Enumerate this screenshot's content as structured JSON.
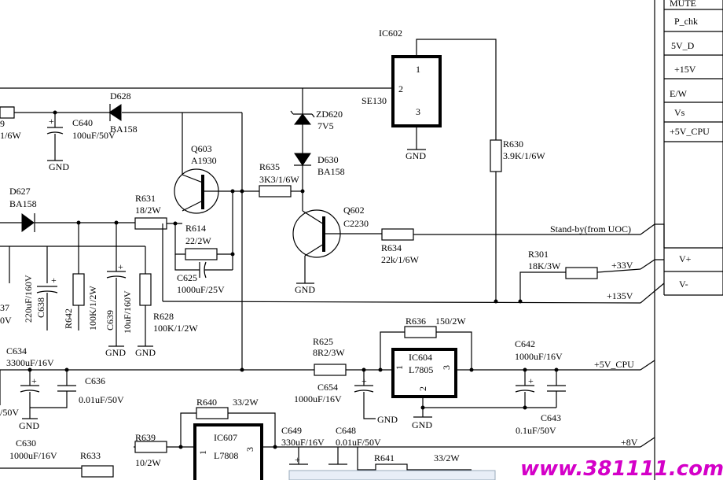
{
  "connector": [
    "MUTE",
    "P_chk",
    "5V_D",
    "+15V",
    "E/W",
    "Vs",
    "+5V_CPU",
    "V+",
    "V-"
  ],
  "ic602": {
    "ref": "IC602",
    "part": "SE130",
    "p1": "1",
    "p2": "2",
    "p3": "3",
    "gnd": "GND"
  },
  "zd620": {
    "ref": "ZD620",
    "val": "7V5"
  },
  "d630": {
    "ref": "D630",
    "val": "BA158"
  },
  "d628": {
    "ref": "D628",
    "val": "BA158"
  },
  "d627": {
    "ref": "D627",
    "val": "BA158"
  },
  "c640": {
    "ref": "C640",
    "val": "100uF/50V",
    "gnd": "GND"
  },
  "left_frag": {
    "a": "9",
    "b": "1/6W",
    "c": "37",
    "d": "0V",
    "e": "/50V"
  },
  "q603": {
    "ref": "Q603",
    "part": "A1930"
  },
  "q602": {
    "ref": "Q602",
    "part": "C2230",
    "gnd": "GND"
  },
  "r635": {
    "ref": "R635",
    "val": "3K3/1/6W"
  },
  "r631": {
    "ref": "R631",
    "val": "18/2W"
  },
  "r614": {
    "ref": "R614",
    "val": "22/2W"
  },
  "c625": {
    "ref": "C625",
    "val": "1000uF/25V"
  },
  "r630": {
    "ref": "R630",
    "val": "3.9K/1/6W"
  },
  "r634": {
    "ref": "R634",
    "val": "22k/1/6W"
  },
  "standby": "Stand-by(from UOC)",
  "r301": {
    "ref": "R301",
    "val": "18K/3W"
  },
  "rail33": "+33V",
  "rail135": "+135V",
  "c638": {
    "ref": "C638",
    "val": "220uF/160V"
  },
  "r642": {
    "ref": "R642",
    "val": "100K/1/2W"
  },
  "c639": {
    "ref": "C639",
    "val": "10uF/160V",
    "gnd": "GND"
  },
  "r628": {
    "ref": "R628",
    "val": "100K/1/2W",
    "gnd": "GND"
  },
  "c634": {
    "ref": "C634",
    "val": "3300uF/16V",
    "gnd": "GND"
  },
  "c636": {
    "ref": "C636",
    "val": "0.01uF/50V"
  },
  "r625": {
    "ref": "R625",
    "val": "8R2/3W"
  },
  "r636": {
    "ref": "R636",
    "val": "150/2W"
  },
  "ic604": {
    "ref": "IC604",
    "part": "L7805",
    "p1": "1",
    "p2": "2",
    "p3": "3",
    "gnd": "GND"
  },
  "c654": {
    "ref": "C654",
    "val": "1000uF/16V",
    "gnd": "GND"
  },
  "c642": {
    "ref": "C642",
    "val": "1000uF/16V"
  },
  "c643": {
    "ref": "C643",
    "val": "0.1uF/50V"
  },
  "rail5cpu": "+5V_CPU",
  "r640": {
    "ref": "R640",
    "val": "33/2W"
  },
  "ic607": {
    "ref": "IC607",
    "part": "L7808",
    "p1": "1",
    "p3": "3"
  },
  "c630": {
    "ref": "C630",
    "val": "1000uF/16V"
  },
  "r633": {
    "ref": "R633"
  },
  "r639": {
    "ref": "R639",
    "val": "10/2W"
  },
  "c649": {
    "ref": "C649",
    "val": "330uF/16V"
  },
  "c648": {
    "ref": "C648",
    "val": "0.01uF/50V"
  },
  "r641": {
    "ref": "R641",
    "val": "33/2W"
  },
  "rail8": "+8V",
  "watermark": "www.381111.com"
}
